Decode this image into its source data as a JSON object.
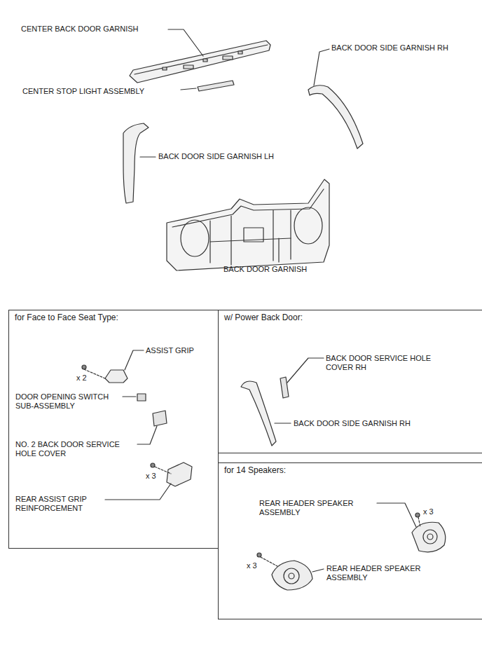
{
  "diagram": {
    "nodes": [
      {
        "text": [
          "for Face to Face Seat Type:"
        ]
      },
      {
        "text": [
          "w/ Power Back Door:"
        ]
      },
      {
        "text": [
          "for 14 Speakers:"
        ]
      }
    ],
    "labels": [
      "CENTER BACK DOOR GARNISH",
      "BACK DOOR SIDE GARNISH RH",
      "CENTER STOP LIGHT ASSEMBLY",
      "BACK DOOR SIDE GARNISH LH",
      "BACK DOOR GARNISH",
      "ASSIST GRIP",
      "x 2",
      "DOOR OPENING SWITCH SUB-ASSEMBLY",
      "NO. 2 BACK DOOR SERVICE HOLE COVER",
      "x 3",
      "REAR ASSIST GRIP REINFORCEMENT",
      "BACK DOOR SERVICE HOLE COVER RH",
      "BACK DOOR SIDE GARNISH RH",
      "REAR HEADER SPEAKER ASSEMBLY",
      "x 3",
      "x 3",
      "REAR HEADER SPEAKER ASSEMBLY"
    ]
  }
}
